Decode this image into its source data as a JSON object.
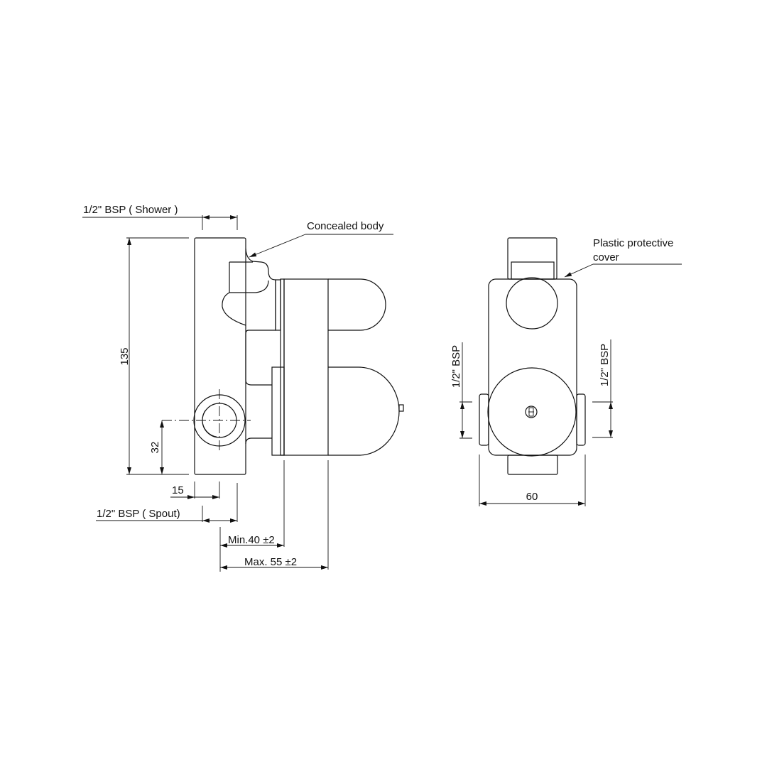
{
  "side_view": {
    "shower_label": "1/2\" BSP ( Shower )",
    "concealed_label": "Concealed body",
    "height_dim": "135",
    "spout_offset_dim": "32",
    "spout_center_dim": "15",
    "spout_label": "1/2\" BSP ( Spout)",
    "min_depth": "Min.40 ±2",
    "max_depth": "Max. 55 ±2"
  },
  "front_view": {
    "cover_label_line1": "Plastic protective",
    "cover_label_line2": "cover",
    "left_bsp": "1/2\" BSP",
    "right_bsp": "1/2\" BSP",
    "width_dim": "60"
  }
}
